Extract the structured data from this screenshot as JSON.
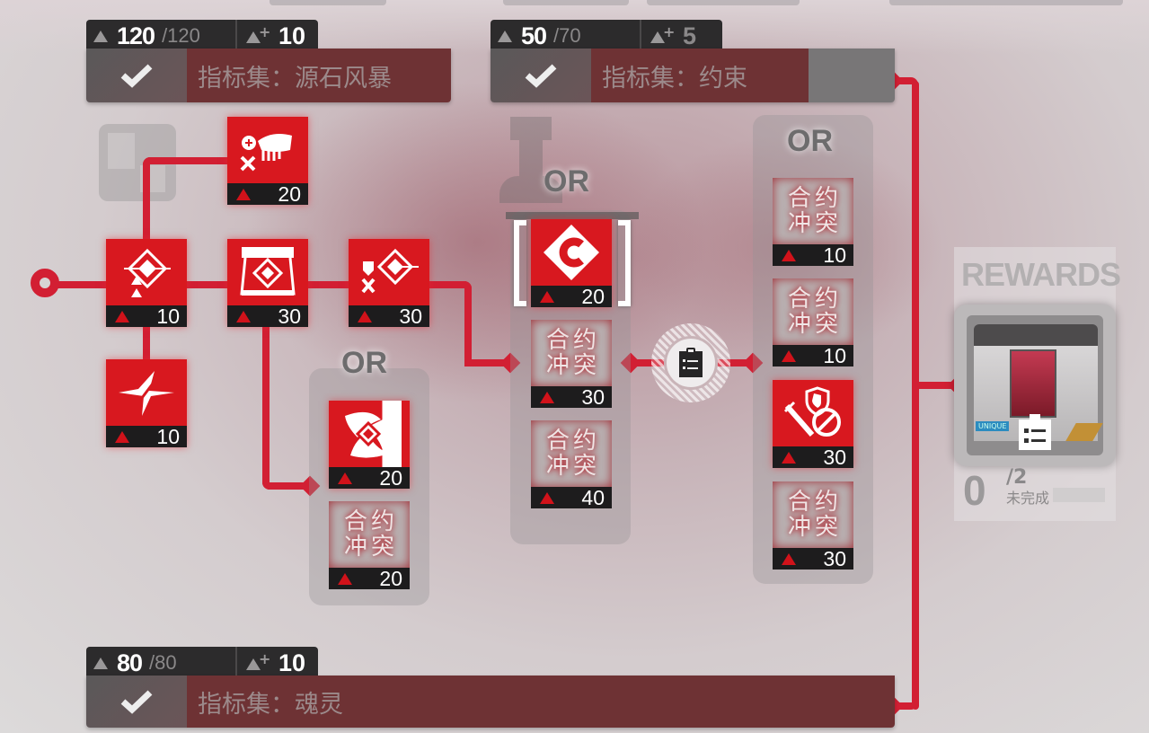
{
  "groups": [
    {
      "id": "storm",
      "current": "120",
      "max": "/120",
      "bonus": "10",
      "bonus_dim": false,
      "completed": true,
      "title": "指标集：源石风暴"
    },
    {
      "id": "contract",
      "current": "50",
      "max": "/70",
      "bonus": "5",
      "bonus_dim": true,
      "completed": true,
      "title": "指标集：约束"
    },
    {
      "id": "soul",
      "current": "80",
      "max": "/80",
      "bonus": "10",
      "bonus_dim": false,
      "completed": true,
      "title": "指标集：魂灵"
    }
  ],
  "or_label": "OR",
  "tiles": {
    "t_beast": {
      "cost": "20",
      "icon": "beast-shield-sword-icon"
    },
    "t_start": {
      "cost": "10",
      "icon": "diamond-arrows-icon"
    },
    "t_frame": {
      "cost": "30",
      "icon": "diamond-frame-icon"
    },
    "t_shield_diamond": {
      "cost": "30",
      "icon": "shield-sword-diamond-icon"
    },
    "t_shatter": {
      "cost": "10",
      "icon": "shatter-icon"
    },
    "t_shuriken": {
      "cost": "20",
      "icon": "shuriken-icon"
    },
    "t_cn_a": {
      "cost": "20",
      "label": "合约冲突"
    },
    "t_c": {
      "cost": "20",
      "icon": "c-diamond-icon"
    },
    "t_cn_b": {
      "cost": "30",
      "label": "合约冲突"
    },
    "t_cn_c": {
      "cost": "40",
      "label": "合约冲突"
    },
    "t_cn_d": {
      "cost": "10",
      "label": "合约冲突"
    },
    "t_cn_e": {
      "cost": "10",
      "label": "合约冲突"
    },
    "t_nodef": {
      "cost": "30",
      "icon": "sword-shield-ban-icon"
    },
    "t_cn_f": {
      "cost": "30",
      "label": "合约冲突"
    }
  },
  "cn_chars": [
    "合",
    "约",
    "冲",
    "突"
  ],
  "rewards": {
    "title": "REWARDS",
    "progress": "0",
    "total": "/2",
    "status": "未完成",
    "badge": "UNIQUE"
  },
  "colors": {
    "accent": "#d8181f",
    "line": "#d21f33",
    "header_bar": "#6e3234",
    "stat_bg": "#2c2b2c"
  }
}
